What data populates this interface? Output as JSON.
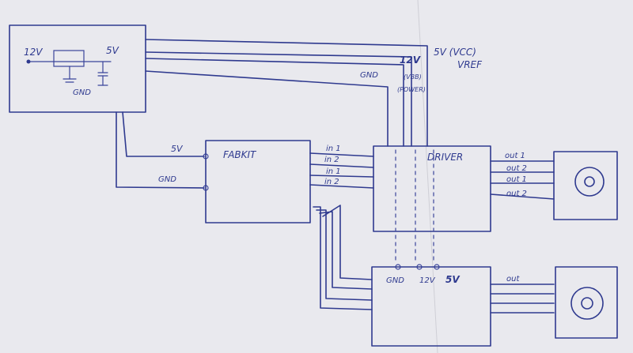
{
  "colors": {
    "ink": "#2f3a8f",
    "paper": "#e9e9ee"
  },
  "power_supply": {
    "in_label": "12V",
    "out_label": "5V",
    "gnd_label": "GND"
  },
  "supply_notes": {
    "vcc": "5V (VCC)",
    "vref": "VREF",
    "driver_power": "12V",
    "vbb": "(VBB)",
    "power": "(POWER)",
    "gnd": "GND"
  },
  "fabkit": {
    "title": "FABKIT",
    "pin_5v": "5V",
    "pin_gnd": "GND"
  },
  "signals": [
    "in 1",
    "in 2",
    "in 1",
    "in 2"
  ],
  "driver": {
    "title": "DRIVER",
    "outputs": [
      "out 1",
      "out 2",
      "out 1",
      "out 2"
    ]
  },
  "driver2": {
    "pins": [
      "GND",
      "12V",
      "5V"
    ],
    "out_label": "out"
  }
}
